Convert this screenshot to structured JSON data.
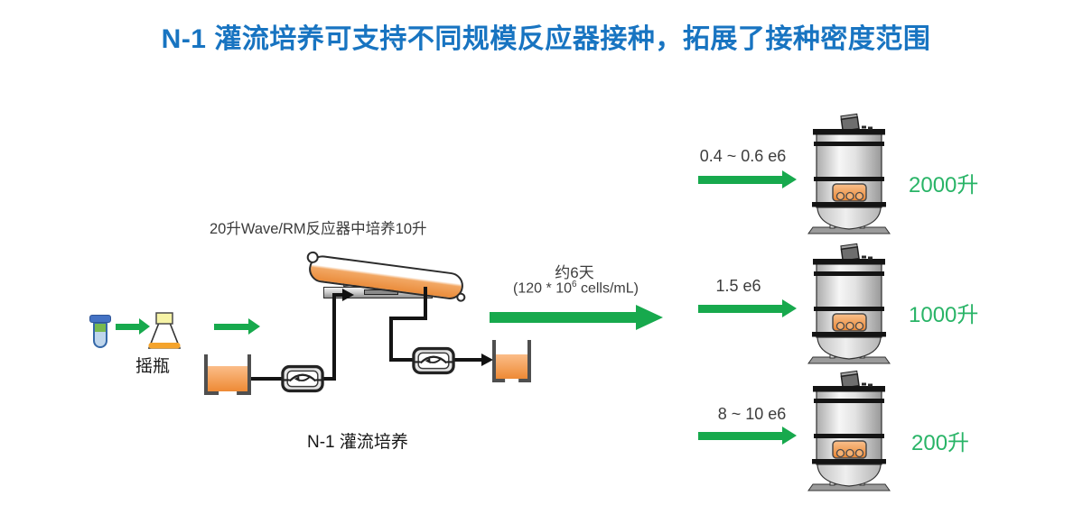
{
  "title": "N-1 灌流培养可支持不同规模反应器接种，拓展了接种密度范围",
  "colors": {
    "title_blue": "#1874C1",
    "arrow_green": "#17A94D",
    "volume_green": "#29B467",
    "bag_orange": "#EA8C3B",
    "liquid_orange": "#EE8A35"
  },
  "seed_train": {
    "shake_flask_label": "摇瓶",
    "wave_caption": "20升Wave/RM反应器中培养10升",
    "n1_label": "N-1 灌流培养",
    "transfer_duration": "约6天",
    "transfer_density_prefix": "(120 * 10",
    "transfer_density_exp": "6",
    "transfer_density_suffix": " cells/mL)"
  },
  "reactors": [
    {
      "density": "0.4 ~ 0.6 e6",
      "volume": "2000升"
    },
    {
      "density": "1.5 e6",
      "volume": "1000升"
    },
    {
      "density": "8 ~ 10 e6",
      "volume": "200升"
    }
  ],
  "icons": {
    "cryovial": "cryovial-icon",
    "shake_flask": "shake-flask-icon",
    "wave_bioreactor": "wave-bioreactor-icon",
    "peristaltic_pump": "peristaltic-pump-icon",
    "media_vessel": "media-vessel-icon",
    "harvest_vessel": "harvest-vessel-icon",
    "stainless_bioreactor": "stainless-bioreactor-icon"
  }
}
